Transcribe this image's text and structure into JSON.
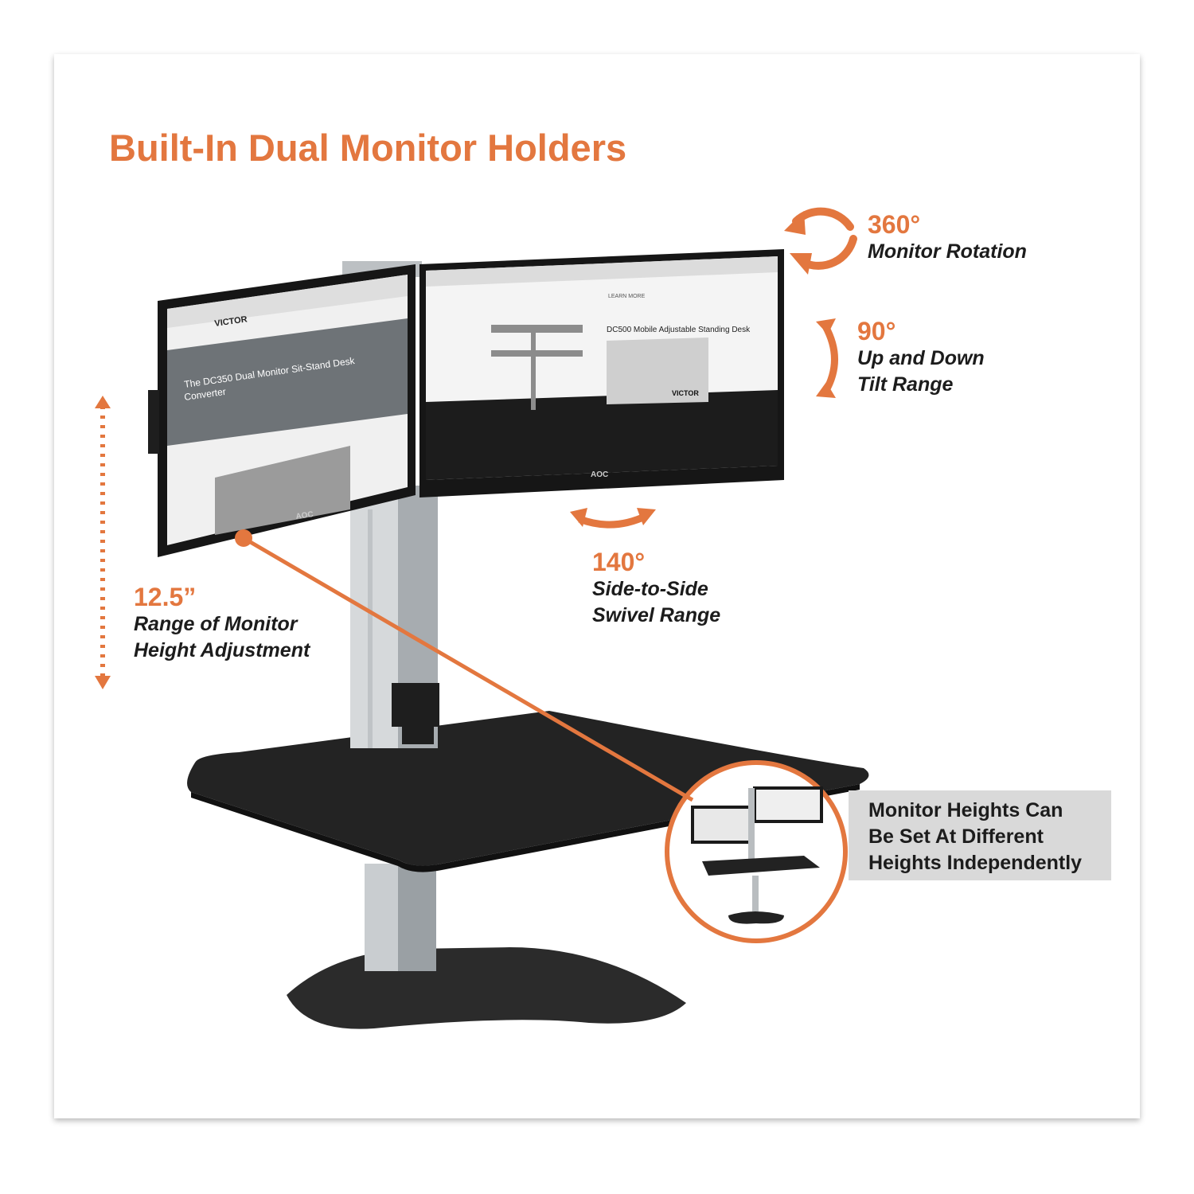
{
  "title": "Built-In Dual Monitor Holders",
  "accent_color": "#e3773f",
  "features": {
    "rotation": {
      "value": "360°",
      "label_lines": [
        "Monitor Rotation"
      ],
      "icon": "circular-arrows-icon"
    },
    "tilt": {
      "value": "90°",
      "label_lines": [
        "Up and Down",
        "Tilt Range"
      ],
      "icon": "curved-vertical-arrow-icon"
    },
    "swivel": {
      "value": "140°",
      "label_lines": [
        "Side-to-Side",
        "Swivel Range"
      ],
      "icon": "curved-horizontal-arrow-icon"
    },
    "height": {
      "value": "12.5”",
      "label_lines": [
        "Range of Monitor",
        "Height Adjustment"
      ],
      "icon": "dotted-vertical-arrow-icon"
    }
  },
  "callout": {
    "lines": [
      "Monitor Heights Can",
      "Be Set At Different",
      "Heights Independently"
    ]
  },
  "monitor_brand": "AOC",
  "screens": {
    "left": {
      "logo": "VICTOR",
      "headline_lines": [
        "The DC350 Dual Monitor Sit-Stand Desk",
        "Converter"
      ]
    },
    "right": {
      "headline": "DC500 Mobile Adjustable Standing Desk",
      "button": "LEARN MORE",
      "logo": "VICTOR"
    }
  }
}
